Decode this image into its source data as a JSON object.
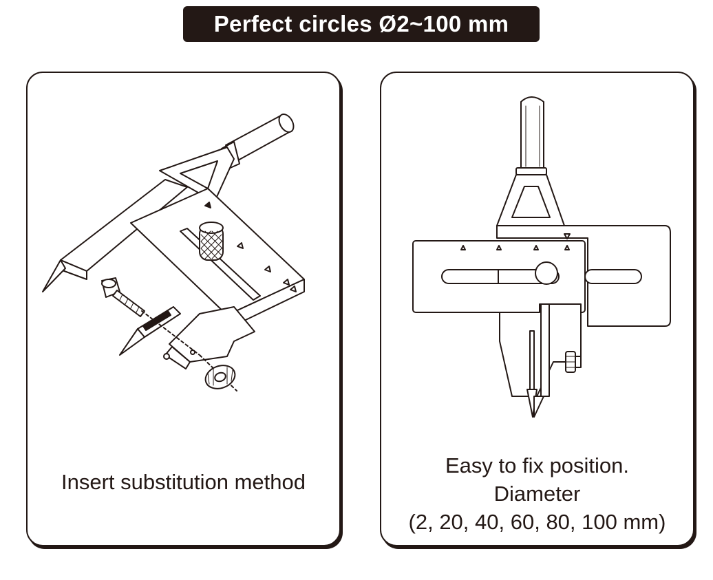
{
  "banner": {
    "title": "Perfect circles Ø2~100 mm"
  },
  "panels": {
    "left": {
      "caption": "Insert substitution method",
      "illustration_icon": "circle-cutter-exploded-icon"
    },
    "right": {
      "caption_lines": [
        "Easy to fix position.",
        "Diameter",
        "(2, 20, 40, 60, 80, 100 mm)"
      ],
      "illustration_icon": "circle-cutter-top-view-icon"
    }
  },
  "colors": {
    "ink": "#231815",
    "background": "#ffffff"
  }
}
